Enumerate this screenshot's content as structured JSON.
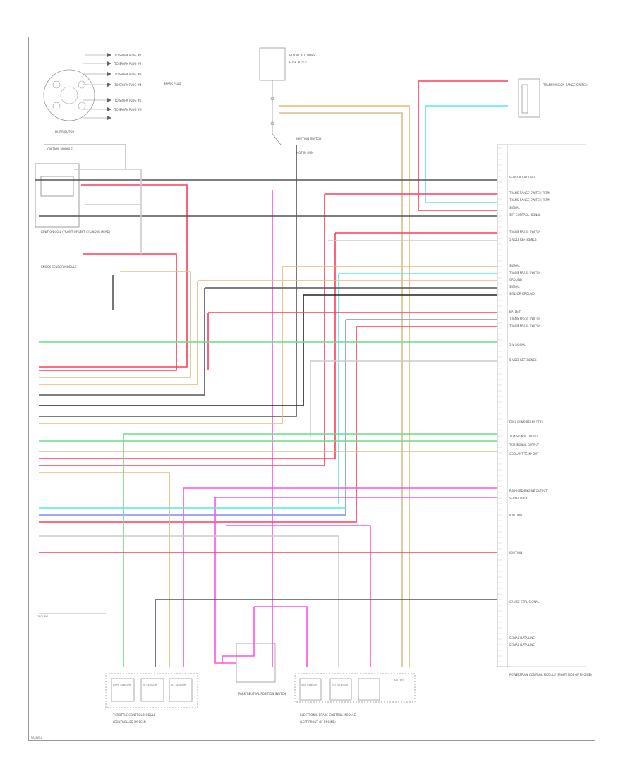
{
  "figure_id": "G03842",
  "connectors": {
    "left_top": [
      "TO SPARK PLUG #1",
      "TO SPARK PLUG #2",
      "TO SPARK PLUG #3",
      "TO SPARK PLUG #4",
      "TO SPARK PLUG #5",
      "TO SPARK PLUG #6"
    ],
    "hot_note": "HOT AT ALL TIMES",
    "hot_note2": "HOT IN RUN"
  },
  "labels": {
    "distributor": "DISTRIBUTOR",
    "ignition_module": "IGNITION MODULE",
    "ignition_coil": "IGNITION COIL (FRONT OF LEFT CYLINDER HEAD)",
    "knock_sensor_module": "KNOCK SENSOR MODULE",
    "spark_plug_note": "SPARK PLUG",
    "ignition_switch": "IGNITION SWITCH",
    "fuse_block": "FUSE BLOCK",
    "park_neutral": "PARK/NEUTRAL POSITION SWITCH",
    "ecm_title": "POWERTRAIN CONTROL MODULE (RIGHT SIDE OF ENGINE)",
    "trans_title": "TRANSMISSION RANGE SWITCH",
    "throttle_title": "THROTTLE CONTROL MODULE",
    "throttle_sub": "(CONTROLLED BY ECM)",
    "brake_title": "ELECTRONIC BRAKE CONTROL MODULE",
    "brake_sub": "(LEFT FRONT OF ENGINE)",
    "ground": "GROUND",
    "battery": "BATTERY",
    "apps": "APPS SENSOR",
    "tps": "TP SENSOR",
    "iat": "IAT SENSOR",
    "vss": "VSS SENSOR",
    "ect": "ECT SENSOR"
  },
  "ecm_pins": [
    "SENSOR GROUND",
    "TRANS RANGE SWITCH TERM",
    "TRANS RANGE SWITCH TERM",
    "SIGNAL",
    "SET CONTROL SIGNAL",
    "TRANS PRESS SWITCH",
    "5 VOLT REFERENCE",
    "SIGNAL",
    "TRANS PRESS SWITCH",
    "GROUND",
    "SIGNAL",
    "SENSOR GROUND",
    "BATTERY",
    "TRANS PRESS SWITCH",
    "TRANS PRESS SWITCH",
    "5 V SIGNAL",
    "5 VOLT REFERENCE",
    "FUEL PUMP RELAY CTRL",
    "TCM SIGNAL OUTPUT",
    "TCM SIGNAL OUTPUT",
    "COOLANT TEMP OUT",
    "REDUCED ENGINE OUTPUT",
    "SERIAL DATA",
    "IGNITION",
    "IGNITION",
    "CRUISE CTRL SIGNAL",
    "SERIAL DATA LINE",
    "SERIAL DATA LINE"
  ],
  "wire_colors": {
    "red": "#ff3b5c",
    "pink": "#ff55dd",
    "orange": "#e8b870",
    "green": "#66dd88",
    "cyan": "#55e8e8",
    "blue": "#7a8cff",
    "gray": "#555555",
    "black": "#222222",
    "tan": "#d8c08a",
    "light": "#cccccc"
  }
}
